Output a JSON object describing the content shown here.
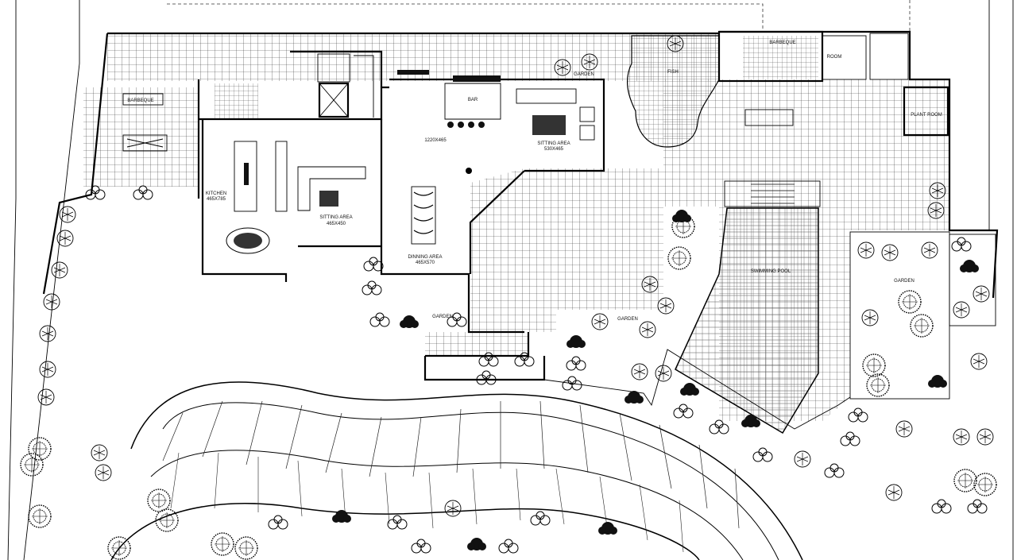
{
  "colors": {
    "background": "#ffffff",
    "line": "#000000",
    "grid": "#333333"
  },
  "labels": {
    "barbeque_left": "BARBEQUE",
    "kitchen": "KITCHEN",
    "kitchen_dim": "465X785",
    "sitting_area_1": "SITTING AREA",
    "sitting_area_1_dim": "465X450",
    "dinning_area": "DINNING AREA",
    "dinning_area_dim": "465X570",
    "bar": "BAR",
    "hall_dim": "1220X465",
    "sitting_area_2": "SITTING AREA",
    "sitting_area_2_dim": "530X465",
    "garden_top": "GARDEN",
    "fish": "FISH",
    "barbeque_right": "BARBEQUE",
    "room": "ROOM",
    "plant_room": "PLANT ROOM",
    "swimming_pool": "SWIMMING POOL",
    "garden_right": "GARDEN",
    "garden_center": "GARDEN",
    "garden_lower": "GARDEN"
  }
}
